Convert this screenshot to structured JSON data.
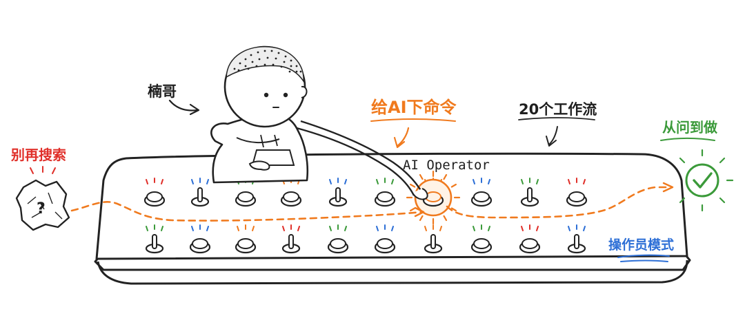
{
  "labels": {
    "person": "楠哥",
    "command": "给AI下命令",
    "workflows": "20个工作流",
    "from_ask_to_do": "从问到做",
    "stop_searching": "别再搜索",
    "operator_mode": "操作员模式",
    "ai_operator": "AI Operator",
    "question_mark": "?"
  },
  "colors": {
    "orange": "#f07a1e",
    "green": "#3b9a3a",
    "red": "#e0302a",
    "blue": "#2d6fd6",
    "ink": "#1f1f1f"
  },
  "controls": {
    "row1": [
      {
        "kind": "button",
        "glow": "red"
      },
      {
        "kind": "toggle",
        "glow": "blue"
      },
      {
        "kind": "button",
        "glow": "green"
      },
      {
        "kind": "button",
        "glow": "orange"
      },
      {
        "kind": "toggle",
        "glow": "blue"
      },
      {
        "kind": "button",
        "glow": "green"
      },
      {
        "kind": "button",
        "glow": "orange",
        "active": true
      },
      {
        "kind": "button",
        "glow": "blue"
      },
      {
        "kind": "toggle",
        "glow": "green"
      },
      {
        "kind": "button",
        "glow": "red"
      }
    ],
    "row2": [
      {
        "kind": "toggle",
        "glow": "green"
      },
      {
        "kind": "button",
        "glow": "blue"
      },
      {
        "kind": "button",
        "glow": "orange"
      },
      {
        "kind": "toggle",
        "glow": "red"
      },
      {
        "kind": "button",
        "glow": "green"
      },
      {
        "kind": "button",
        "glow": "blue"
      },
      {
        "kind": "toggle",
        "glow": "orange"
      },
      {
        "kind": "button",
        "glow": "green"
      },
      {
        "kind": "button",
        "glow": "red"
      },
      {
        "kind": "toggle",
        "glow": "blue"
      }
    ]
  }
}
